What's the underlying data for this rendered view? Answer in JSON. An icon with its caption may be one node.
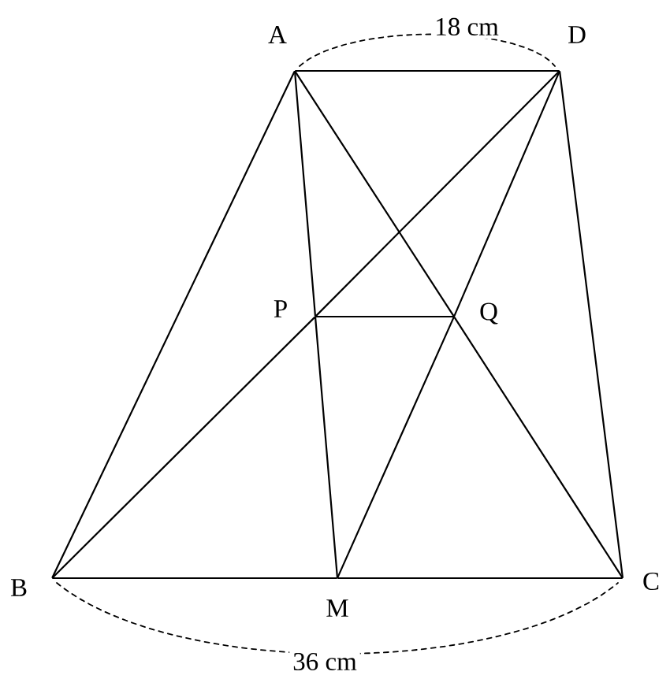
{
  "diagram": {
    "nodes": [
      {
        "text": [
          "A"
        ]
      },
      {
        "text": [
          "D"
        ]
      },
      {
        "text": [
          "P"
        ]
      },
      {
        "text": [
          "Q"
        ]
      },
      {
        "text": [
          "B"
        ]
      },
      {
        "text": [
          "M"
        ]
      },
      {
        "text": [
          "C"
        ]
      }
    ],
    "edges": [
      {
        "from": 0,
        "to": 1,
        "arrow": "none"
      },
      {
        "from": 0,
        "to": 4,
        "arrow": "none"
      },
      {
        "from": 1,
        "to": 6,
        "arrow": "none"
      },
      {
        "from": 4,
        "to": 5,
        "arrow": "none"
      },
      {
        "from": 5,
        "to": 6,
        "arrow": "none"
      },
      {
        "from": 0,
        "to": 2,
        "arrow": "none"
      },
      {
        "from": 2,
        "to": 5,
        "arrow": "none"
      },
      {
        "from": 4,
        "to": 2,
        "arrow": "none"
      },
      {
        "from": 2,
        "to": 1,
        "arrow": "none"
      },
      {
        "from": 0,
        "to": 3,
        "arrow": "none"
      },
      {
        "from": 3,
        "to": 6,
        "arrow": "none"
      },
      {
        "from": 1,
        "to": 3,
        "arrow": "none"
      },
      {
        "from": 3,
        "to": 5,
        "arrow": "none"
      },
      {
        "from": 2,
        "to": 3,
        "arrow": "none"
      }
    ],
    "labels": [
      "18 cm",
      "36 cm"
    ]
  }
}
